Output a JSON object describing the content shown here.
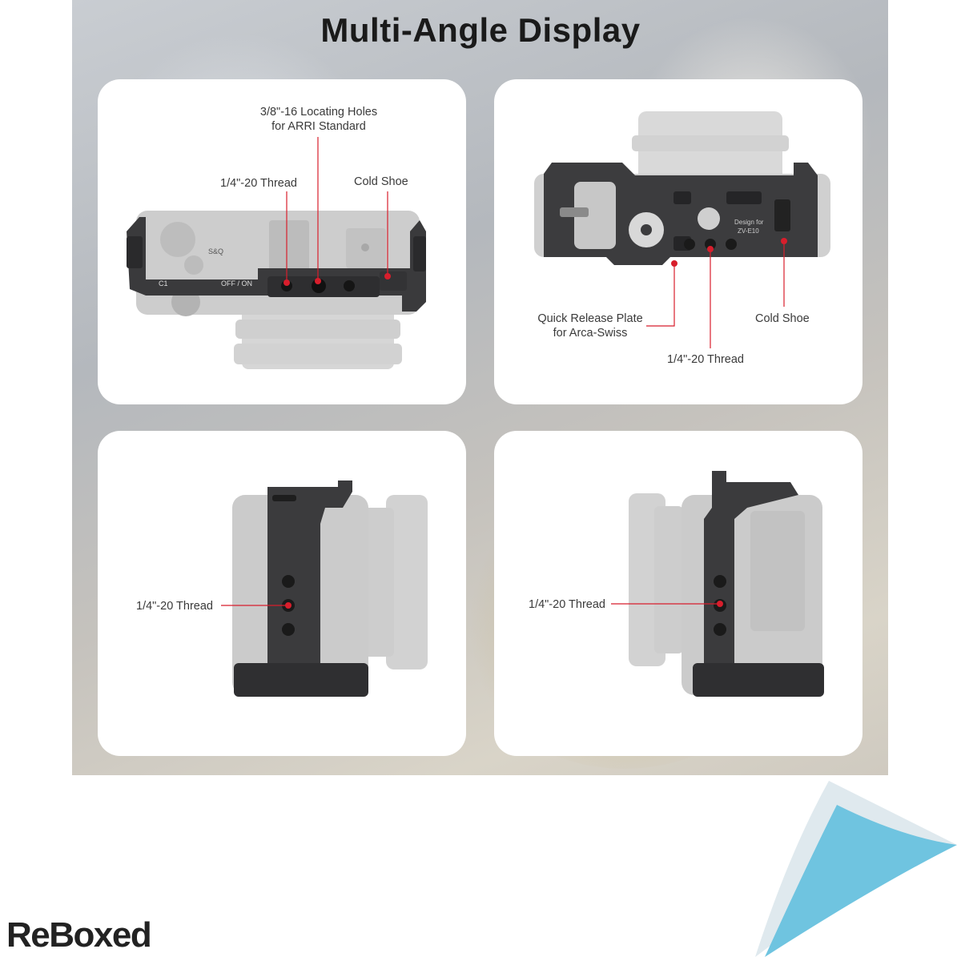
{
  "title": "Multi-Angle Display",
  "brand": "ReBoxed",
  "accent_color": "#d81e2c",
  "cards": {
    "top_left": {
      "view": "top view",
      "labels": {
        "locating_holes_line1": "3/8\"-16 Locating Holes",
        "locating_holes_line2": "for ARRI Standard",
        "thread": "1/4\"-20 Thread",
        "cold_shoe": "Cold Shoe"
      },
      "engravings": {
        "on_off": "OFF / ON",
        "c1": "C1",
        "mode": "S&Q"
      }
    },
    "top_right": {
      "view": "bottom view",
      "labels": {
        "quick_release_line1": "Quick Release Plate",
        "quick_release_line2": "for Arca-Swiss",
        "cold_shoe": "Cold Shoe",
        "thread": "1/4\"-20 Thread"
      },
      "engravings": {
        "design_line1": "Design for",
        "design_line2": "ZV-E10"
      }
    },
    "bottom_left": {
      "view": "left side view",
      "labels": {
        "thread": "1/4\"-20 Thread"
      }
    },
    "bottom_right": {
      "view": "right side view",
      "labels": {
        "thread": "1/4\"-20 Thread"
      }
    }
  }
}
